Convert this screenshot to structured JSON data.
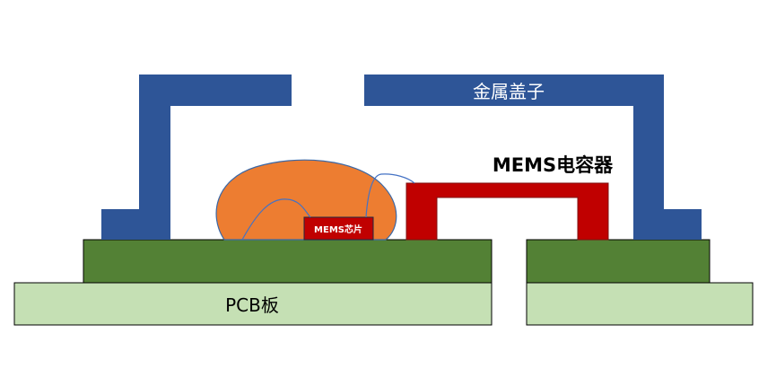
{
  "labels": {
    "metal_cap": "金属盖子",
    "mems_capacitor": "MEMS电容器",
    "mems_chip": "MEMS芯片",
    "pcb": "PCB板"
  },
  "colors": {
    "metal_cap": "#2e5597",
    "metal_cap_text": "#ffffff",
    "capacitor": "#c00000",
    "chip": "#c00000",
    "chip_border": "#1f2a44",
    "chip_text": "#ffffff",
    "asic_blob": "#ed7d31",
    "asic_blob_border": "#3b68a6",
    "bond_wire": "#4472c4",
    "substrate": "#538135",
    "pcb": "#c5e0b4",
    "outline": "#000000",
    "text": "#000000"
  }
}
